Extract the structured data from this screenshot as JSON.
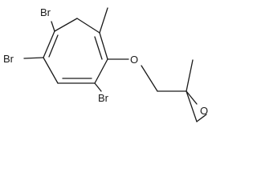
{
  "molecule": {
    "atom_labels": {
      "br_top": "Br",
      "br_left": "Br",
      "br_bottom": "Br",
      "oxygen_ether": "O",
      "oxygen_epoxide": "O"
    }
  }
}
